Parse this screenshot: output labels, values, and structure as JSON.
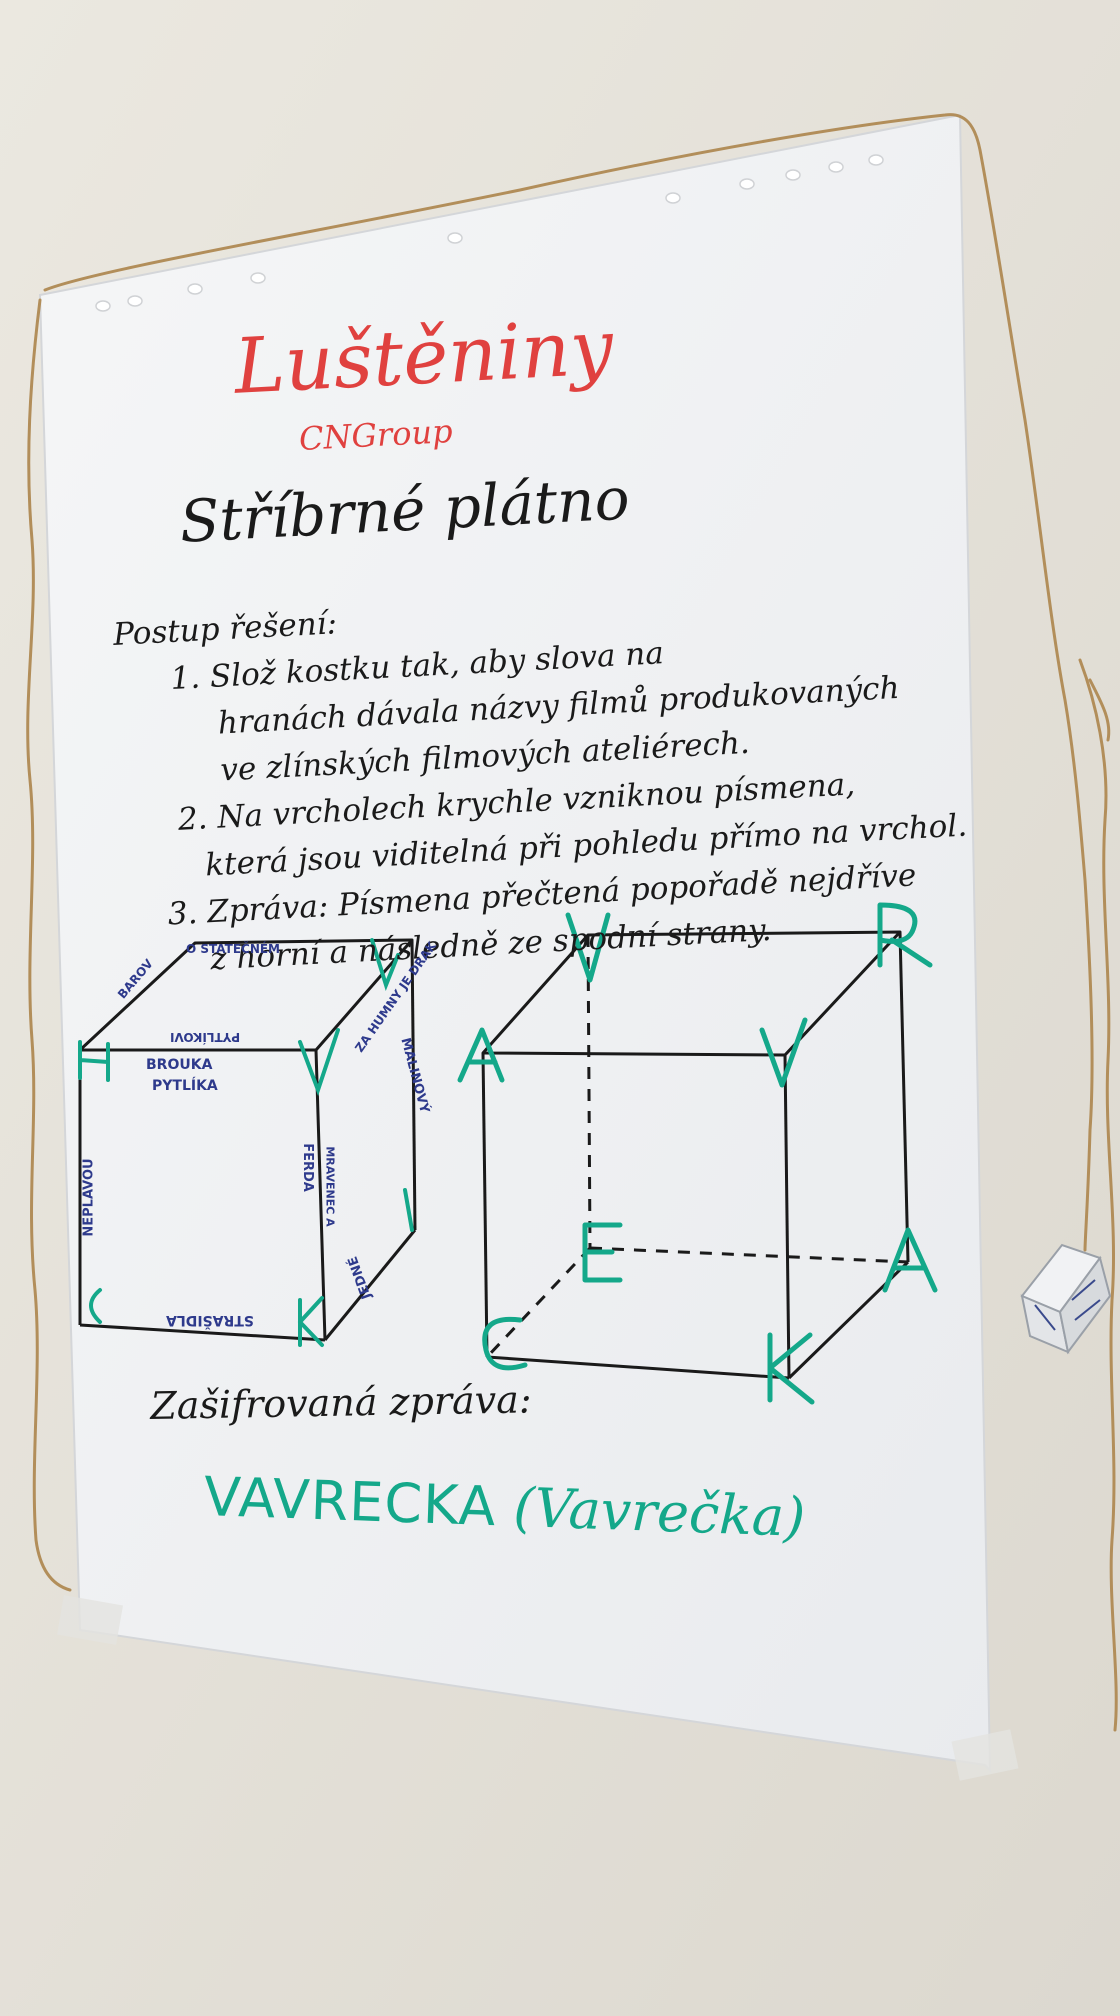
{
  "poster": {
    "title": "Luštěniny",
    "company": "CNGroup",
    "subtitle": "Stříbrné plátno",
    "procedure_heading": "Postup řešení:",
    "steps": [
      "1. Slož kostku tak, aby slova na",
      "hranách dávala názvy filmů produkovaných",
      "ve zlínských filmových ateliérech.",
      "2. Na vrcholech krychle vzniknou písmena,",
      "která jsou viditelná při pohledu přímo na vrchol.",
      "3. Zpráva: Písmena přečtená popořadě nejdříve",
      "z horní a následně ze spodní strany."
    ],
    "encrypted_label": "Zašifrovaná zpráva:",
    "answer": "VAVRECKA",
    "answer_paren": "(Vavrečka)"
  },
  "left_cube": {
    "edge_labels": {
      "top_back": "O STATEČNÉM",
      "top_left": "BAROV",
      "top_right": "ZA HUMNY JE DRAK",
      "top_front": "PYTLÍKOVI",
      "front_top": "BROUKA",
      "front_top2": "PYTLÍKA",
      "front_left": "NEPLAVOU",
      "front_right": "FERDA",
      "front_right2": "MRAVENEC A",
      "side_right": "MALINOVÝ",
      "bottom_right": "JEDNÉ",
      "bottom_front": "STRAŠIDLA"
    },
    "vertex_letters": [
      "H",
      "V",
      "C",
      "K"
    ]
  },
  "right_cube": {
    "vertex_letters": [
      "V",
      "R",
      "A",
      "V",
      "E",
      "A",
      "C",
      "K"
    ]
  },
  "colors": {
    "wall": "#e6e3db",
    "paper": "#f2f3f4",
    "red_marker": "#e0413f",
    "black_marker": "#1a1a1a",
    "green_marker": "#14a88a",
    "blue_marker": "#2e3a8c",
    "twine": "#b28e5a"
  }
}
